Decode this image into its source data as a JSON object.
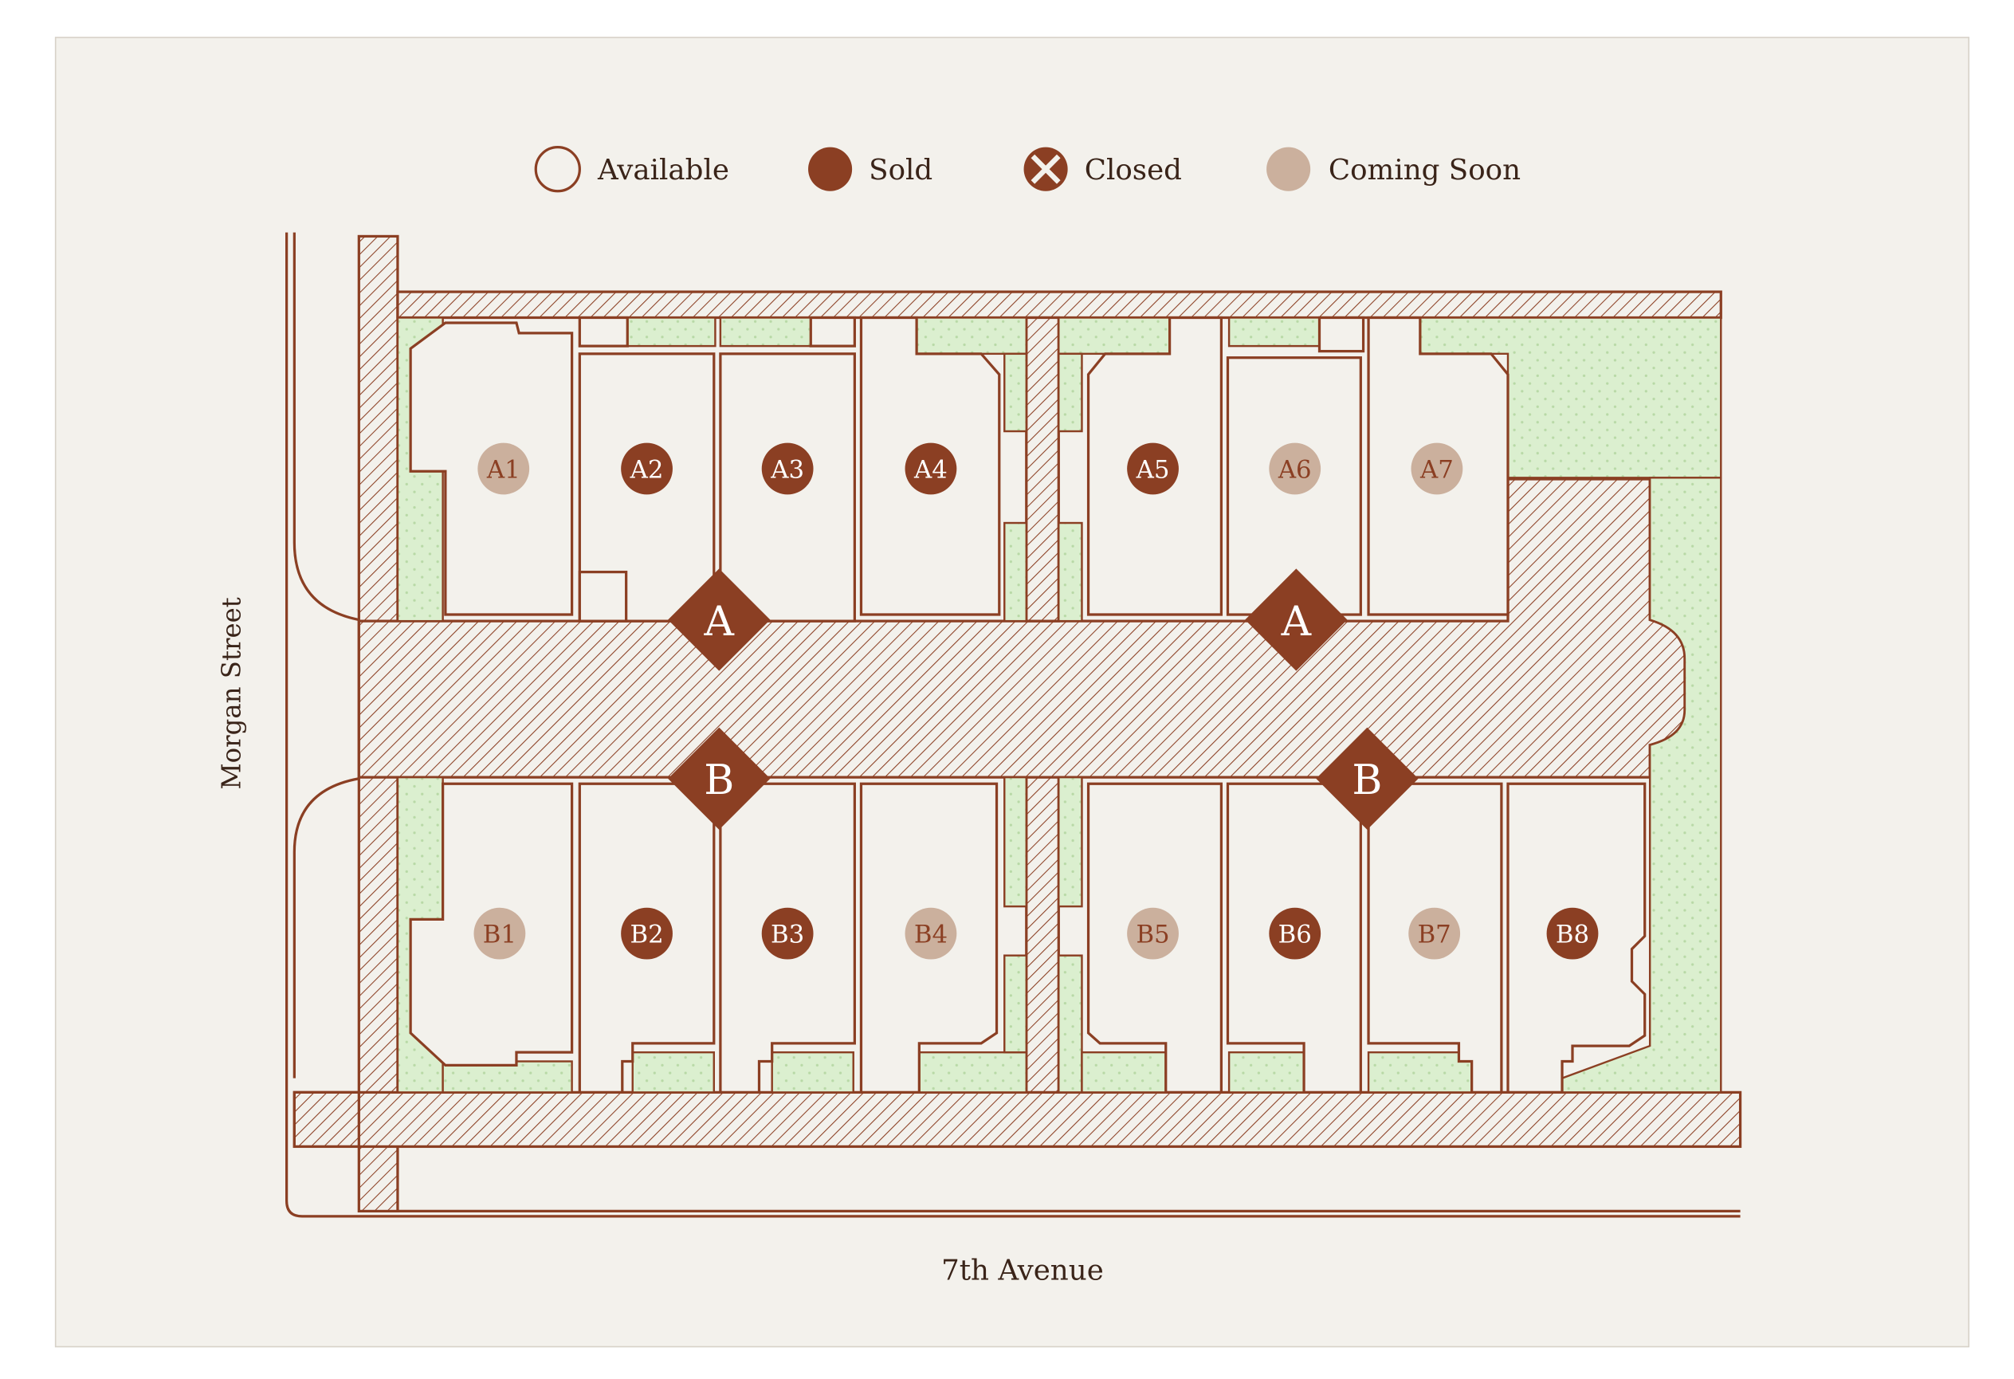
{
  "legend": {
    "available": "Available",
    "sold": "Sold",
    "closed": "Closed",
    "coming_soon": "Coming Soon"
  },
  "streets": {
    "left": "Morgan Street",
    "bottom": "7th Avenue"
  },
  "buildings": {
    "a_west": "A",
    "a_east": "A",
    "b_west": "B",
    "b_east": "B"
  },
  "units": [
    {
      "id": "A1",
      "status": "coming-soon"
    },
    {
      "id": "A2",
      "status": "sold"
    },
    {
      "id": "A3",
      "status": "sold"
    },
    {
      "id": "A4",
      "status": "sold"
    },
    {
      "id": "A5",
      "status": "sold"
    },
    {
      "id": "A6",
      "status": "coming-soon"
    },
    {
      "id": "A7",
      "status": "coming-soon"
    },
    {
      "id": "B1",
      "status": "coming-soon"
    },
    {
      "id": "B2",
      "status": "sold"
    },
    {
      "id": "B3",
      "status": "sold"
    },
    {
      "id": "B4",
      "status": "coming-soon"
    },
    {
      "id": "B5",
      "status": "coming-soon"
    },
    {
      "id": "B6",
      "status": "sold"
    },
    {
      "id": "B7",
      "status": "coming-soon"
    },
    {
      "id": "B8",
      "status": "sold"
    }
  ],
  "colors": {
    "background": "#f3f1ec",
    "line": "#8b3f23",
    "sold": "#8b3f23",
    "coming_soon": "#cbb09d",
    "coming_soon_text": "#8b3f23",
    "sold_text": "#ffffff",
    "green": "#dbefcf",
    "green_dot": "#b8d9a6"
  }
}
